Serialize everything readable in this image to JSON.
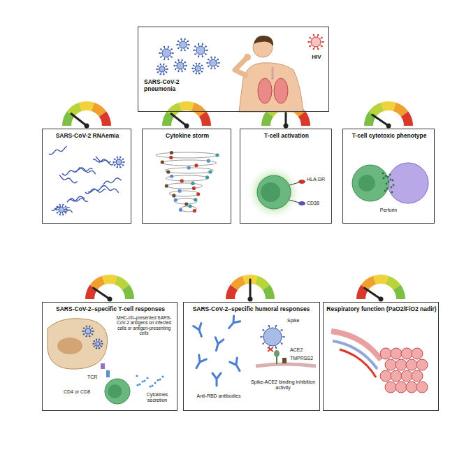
{
  "diagram": {
    "nodes": [
      {
        "text": [
          "SARS-CoV-2 pneumonia",
          "HIV"
        ]
      },
      {
        "text": [
          "SARS-CoV-2 RNAemia"
        ]
      },
      {
        "text": [
          "Cytokine storm"
        ]
      },
      {
        "text": [
          "T-cell activation",
          "HLA-DR",
          "CD38"
        ]
      },
      {
        "text": [
          "T-cell cytotoxic phenotype",
          "Perforin"
        ]
      },
      {
        "text": [
          "SARS-CoV-2–specific T-cell responses",
          "MHC-I/II–presented SARS-CoV-2 antigens on infected cells or antigen-presenting cells",
          "TCR",
          "CD4 or CD8",
          "Cytokines secretion"
        ]
      },
      {
        "text": [
          "SARS-CoV-2–specific humoral responses",
          "Spike",
          "ACE2",
          "TMPRSS2",
          "Spike-ACE2 binding inhibition activity",
          "Anti-RBD antibodies"
        ]
      },
      {
        "text": [
          "Respiratory function (PaO2/FiO2 nadir)"
        ]
      }
    ]
  }
}
